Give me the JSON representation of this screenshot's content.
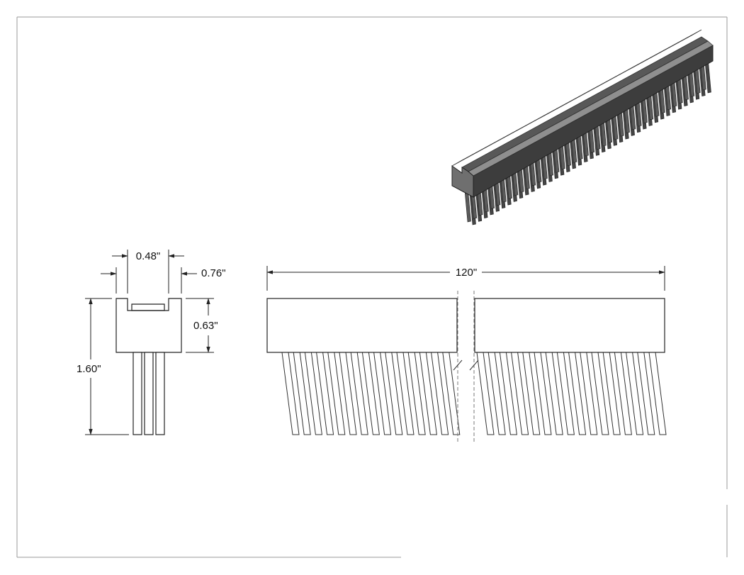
{
  "dimensions": {
    "slot_width": "0.48\"",
    "lip_width": "0.76\"",
    "body_height": "0.63\"",
    "overall_height": "1.60\"",
    "length": "120\""
  },
  "colors": {
    "line": "#222222",
    "iso_top": "#8f8f8f",
    "iso_front": "#3d3d3d",
    "iso_end": "#6f6f6f",
    "iso_groove": "#585858",
    "iso_bristle": "#4a4a4a"
  }
}
